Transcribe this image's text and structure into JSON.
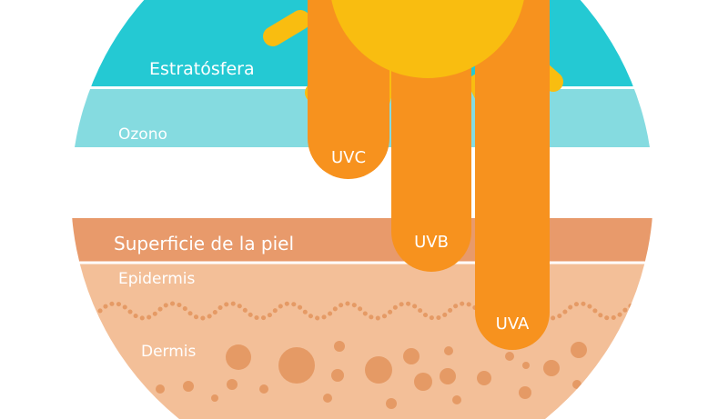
{
  "layers": {
    "stratosphere": "Estratósfera",
    "ozone": "Ozono",
    "skin_surface": "Superficie de la piel",
    "epidermis": "Epidermis",
    "dermis": "Dermis"
  },
  "rays": {
    "uvc": "UVC",
    "uvb": "UVB",
    "uva": "UVA"
  },
  "colors": {
    "stratosphere": "#24c9d3",
    "ozone": "#85dbe0",
    "skin_surface": "#e89a6b",
    "skin": "#f3bf98",
    "dots": "#e59a65",
    "ray": "#f7921e",
    "sun": "#f9bd10"
  }
}
